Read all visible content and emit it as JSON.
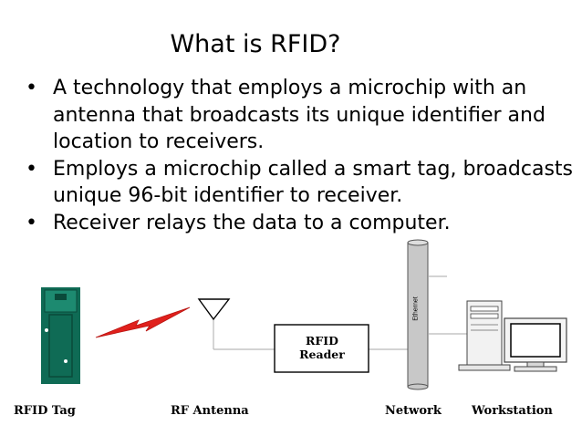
{
  "slide": {
    "title": "What is RFID?",
    "bullet_char": "•",
    "bullets": [
      "A technology that employs a microchip with an antenna that broadcasts its unique identifier and location to receivers.",
      "Employs a microchip called a smart tag, broadcasts unique 96-bit identifier to receiver.",
      "Receiver relays the data to a computer."
    ]
  },
  "diagram": {
    "reader_line1": "RFID",
    "reader_line2": "Reader",
    "ethernet": "Ethernet",
    "labels": {
      "tag": "RFID Tag",
      "antenna": "RF Antenna",
      "network": "Network",
      "workstation": "Workstation"
    },
    "colors": {
      "tag_body": "#0f6b55",
      "lightning": "#e0201c",
      "cable": "#c8c8c8"
    }
  }
}
